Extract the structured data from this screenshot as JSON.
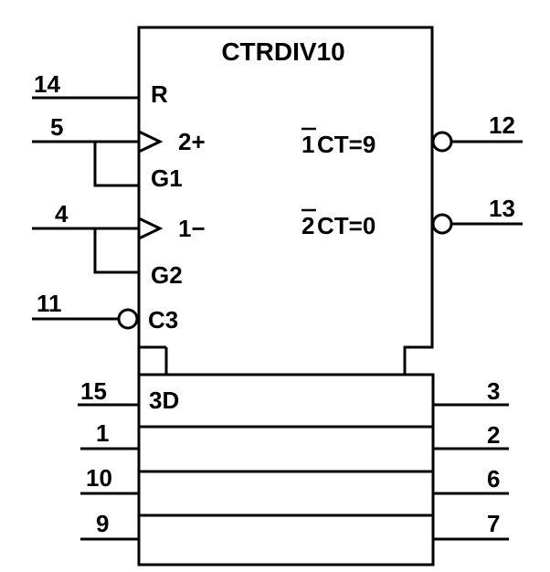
{
  "block": {
    "title": "CTRDIV10",
    "inputs": {
      "reset": "R",
      "count_up": "2+",
      "g1": "G1",
      "count_down": "1−",
      "g2": "G2",
      "load": "C3"
    },
    "outputs": {
      "terminal_up_prefix": "1",
      "terminal_up_suffix": "CT=9",
      "terminal_down_prefix": "2",
      "terminal_down_suffix": "CT=0"
    }
  },
  "register": {
    "data_label": "3D"
  },
  "pins": {
    "reset": "14",
    "up": "5",
    "down": "4",
    "load": "11",
    "carry": "12",
    "borrow": "13",
    "d_a": "15",
    "d_b": "1",
    "d_c": "10",
    "d_d": "9",
    "q_a": "3",
    "q_b": "2",
    "q_c": "6",
    "q_d": "7"
  }
}
